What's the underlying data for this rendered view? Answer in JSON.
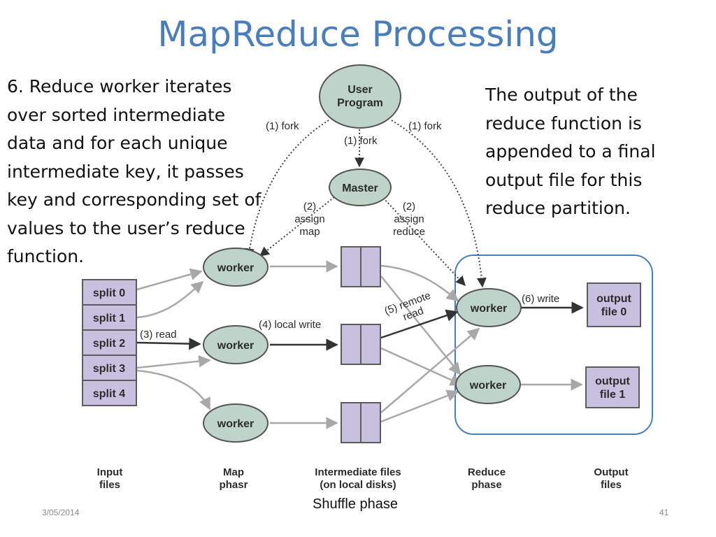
{
  "slide": {
    "title": "MapReduce Processing",
    "left_note": "6. Reduce worker iterates over sorted intermediate data and for each unique intermediate key, it passes key and corresponding set of values to the user’s reduce function.",
    "right_note": "The output of the reduce function is appended to a final output file for this reduce partition.",
    "date": "3/05/2014",
    "page_number": "41",
    "shuffle_label": "Shuffle phase"
  },
  "diagram": {
    "user_program": [
      "User",
      "Program"
    ],
    "master": "Master",
    "worker": "worker",
    "fork_left": "(1) fork",
    "fork_mid": "(1) fork",
    "fork_right": "(1) fork",
    "assign_map": [
      "(2)",
      "assign",
      "map"
    ],
    "assign_reduce": [
      "(2)",
      "assign",
      "reduce"
    ],
    "read": "(3) read",
    "local_write": "(4) local write",
    "remote_read": [
      "(5) remote",
      "read"
    ],
    "write": "(6) write",
    "splits": [
      "split 0",
      "split 1",
      "split 2",
      "split 3",
      "split 4"
    ],
    "output_files": [
      [
        "output",
        "file 0"
      ],
      [
        "output",
        "file 1"
      ]
    ],
    "column_labels": [
      [
        "Input",
        "files"
      ],
      [
        "Map",
        "phasr"
      ],
      [
        "Intermediate files",
        "(on local disks)"
      ],
      [
        "Reduce",
        "phase"
      ],
      [
        "Output",
        "files"
      ]
    ],
    "colors": {
      "title": "#4a7ebb",
      "node_fill": "#bfd4c9",
      "box_fill": "#c9c0e0",
      "box_stroke": "#5c5c5c",
      "arrow_gray": "#a8a8a8",
      "highlight": "#4a7ebb"
    }
  }
}
